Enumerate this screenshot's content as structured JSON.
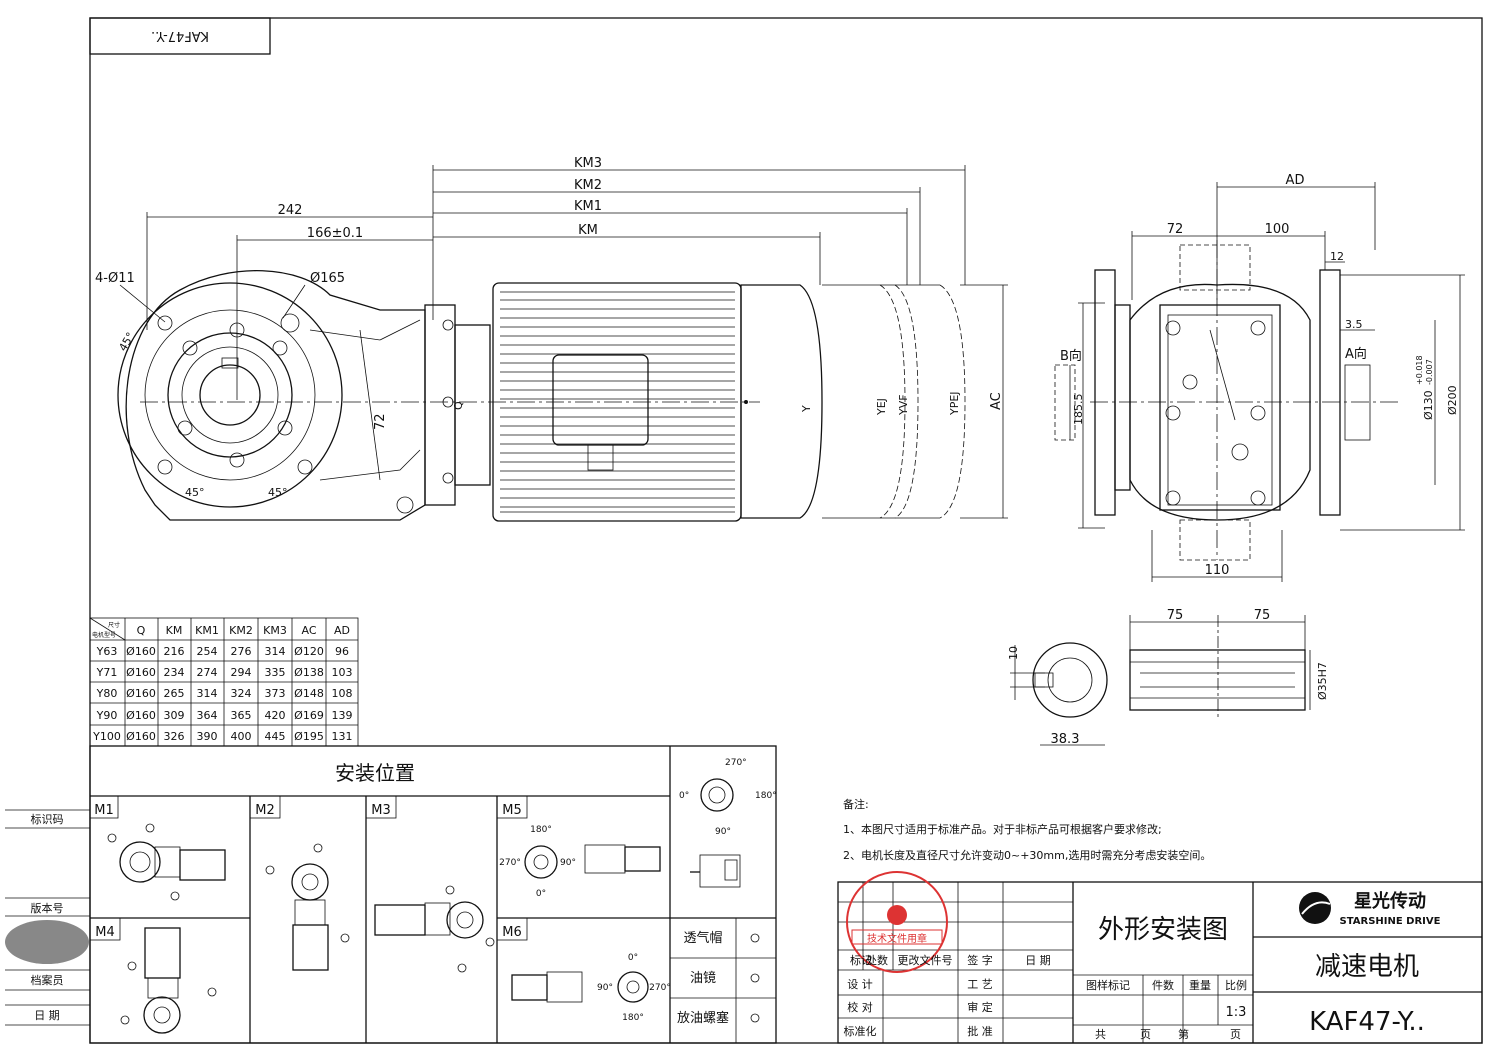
{
  "title_box": {
    "model_mirrored": "KAF47-Y.."
  },
  "dims_main": {
    "km3": "KM3",
    "km2": "KM2",
    "km1": "KM1",
    "km": "KM",
    "d242": "242",
    "d166": "166±0.1",
    "holes": "4-Ø11",
    "phi165": "Ø165",
    "ang1": "45°",
    "ang2": "45°",
    "ang3": "45°",
    "d72v": "72",
    "q": "Q",
    "y": "Y",
    "yej": "YEJ",
    "yvf": "YVF",
    "ypej": "YPEJ",
    "ac": "AC"
  },
  "dims_side": {
    "ad": "AD",
    "d72": "72",
    "d100": "100",
    "d12": "12",
    "d35": "3.5",
    "dirA": "A向",
    "dirB": "B向",
    "d1855": "185.5",
    "phi130": "Ø130",
    "tol_up": "+0.018",
    "tol_dn": "-0.007",
    "phi200": "Ø200",
    "d110": "110"
  },
  "shaft": {
    "d75a": "75",
    "d75b": "75",
    "d10": "10",
    "d383": "38.3",
    "phi35": "Ø35H7"
  },
  "dim_table": {
    "corner_top": "尺寸",
    "corner_bottom": "电机型号",
    "headers": [
      "Q",
      "KM",
      "KM1",
      "KM2",
      "KM3",
      "AC",
      "AD"
    ],
    "rows": [
      [
        "Y63",
        "Ø160",
        "216",
        "254",
        "276",
        "314",
        "Ø120",
        "96"
      ],
      [
        "Y71",
        "Ø160",
        "234",
        "274",
        "294",
        "335",
        "Ø138",
        "103"
      ],
      [
        "Y80",
        "Ø160",
        "265",
        "314",
        "324",
        "373",
        "Ø148",
        "108"
      ],
      [
        "Y90",
        "Ø160",
        "309",
        "364",
        "365",
        "420",
        "Ø169",
        "139"
      ],
      [
        "Y100",
        "Ø160",
        "326",
        "390",
        "400",
        "445",
        "Ø195",
        "131"
      ]
    ]
  },
  "mounting": {
    "title": "安装位置",
    "positions": [
      "M1",
      "M2",
      "M3",
      "M5",
      "M4",
      "M6"
    ],
    "angles": {
      "a270": "270°",
      "a180": "180°",
      "a0": "0°",
      "a90": "90°"
    },
    "legend": [
      "透气帽",
      "油镜",
      "放油螺塞"
    ]
  },
  "left_strip": [
    "标识码",
    "版本号",
    "档案员",
    "日  期"
  ],
  "notes": {
    "title": "备注:",
    "line1": "1、本图尺寸适用于标准产品。对于非标产品可根据客户要求修改;",
    "line2": "2、电机长度及直径尺寸允许变动0~+30mm,选用时需充分考虑安装空间。"
  },
  "title_block": {
    "drawing_name": "外形安装图",
    "product_name": "减速电机",
    "model": "KAF47-Y..",
    "brand_cn": "星光传动",
    "brand_en": "STARSHINE DRIVE",
    "stamp": "技术文件用章",
    "rev_headers": [
      "标记",
      "处数",
      "更改文件号",
      "签 字",
      "日 期"
    ],
    "rows_left": [
      "设 计",
      "校 对",
      "标准化"
    ],
    "rows_mid": [
      "工 艺",
      "审 定",
      "批 准"
    ],
    "attr_headers": [
      "图样标记",
      "件数",
      "重量",
      "比例"
    ],
    "scale": "1:3",
    "total": "共",
    "page": "页",
    "sheet": "第"
  }
}
